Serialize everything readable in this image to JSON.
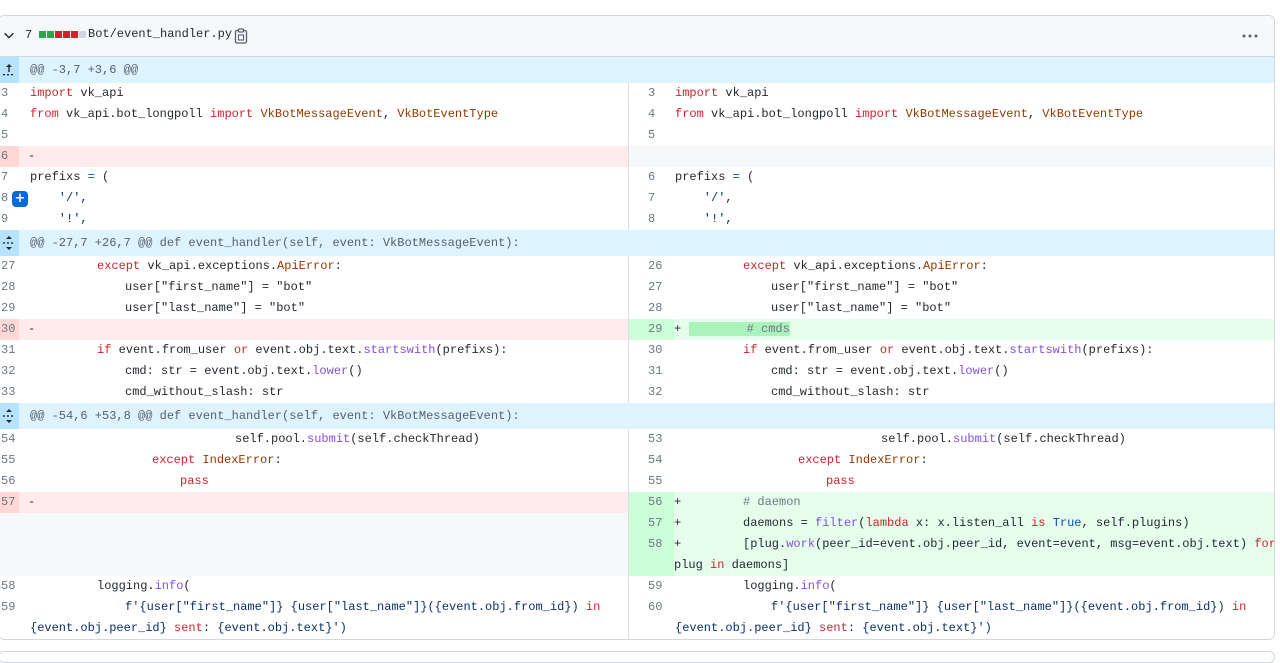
{
  "file": {
    "changes": "7",
    "path": "Bot/event_handler.py",
    "diffstat_colors": [
      "#2da44e",
      "#2da44e",
      "#cf222e",
      "#cf222e",
      "#cf222e",
      "#d0d7de"
    ]
  },
  "hunks": [
    "@@ -3,7 +3,6 @@",
    "@@ -27,7 +26,7 @@ def event_handler(self, event: VkBotMessageEvent):",
    "@@ -54,6 +53,8 @@ def event_handler(self, event: VkBotMessageEvent):"
  ],
  "lines": {
    "l3": "3",
    "l4": "4",
    "l5": "5",
    "l6": "6",
    "l7": "7",
    "l8": "8",
    "l9": "9",
    "r3": "3",
    "r4": "4",
    "r5": "5",
    "r6": "6",
    "r7": "7",
    "r8": "8",
    "l27": "27",
    "l28": "28",
    "l29": "29",
    "l30": "30",
    "l31": "31",
    "l32": "32",
    "l33": "33",
    "r26": "26",
    "r27": "27",
    "r28": "28",
    "r29": "29",
    "r30": "30",
    "r31": "31",
    "r32": "32",
    "l54": "54",
    "l55": "55",
    "l56": "56",
    "l57": "57",
    "l58": "58",
    "l59": "59",
    "r53": "53",
    "r54": "54",
    "r55": "55",
    "r56": "56",
    "r57": "57",
    "r58": "58",
    "r59": "59",
    "r60": "60"
  },
  "signs": {
    "minus": "-",
    "plus": "+"
  },
  "code": {
    "c_import": "import",
    "c_vk_api": " vk_api",
    "c_from": "from",
    "c_mod": " vk_api.bot_longpoll ",
    "c_import2": "import",
    "c_sp": " ",
    "c_cls1": "VkBotMessageEvent",
    "c_comma": ", ",
    "c_cls2": "VkBotEventType",
    "c_prefixs": "prefixs ",
    "c_eq": "=",
    "c_paren": " (",
    "c_slash": "    '/',",
    "c_bang": "    '!',",
    "c_except": "except",
    "c_exc_mod": " vk_api.exceptions.",
    "c_apierror": "ApiError",
    "c_colon": ":",
    "c_user_first": "user[\"first_name\"] = \"bot\"",
    "c_user_last": "user[\"last_name\"] = \"bot\"",
    "c_cmds": "# cmds",
    "c_if": "if",
    "c_from_user": " event.from_user ",
    "c_or": "or",
    "c_objtext": " event.obj.text.",
    "c_startswith": "startswith",
    "c_prefargs": "(prefixs):",
    "c_cmd": "cmd: str = event.obj.text.",
    "c_lower": "lower",
    "c_lowerargs": "()",
    "c_cmd_wo": "cmd_without_slash: str",
    "c_self_pool": "self.pool.",
    "c_submit": "submit",
    "c_submit_args": "(self.checkThread)",
    "c_indexerror": "IndexError",
    "c_pass": "pass",
    "c_daemon": "# daemon",
    "c_daemons": "daemons = ",
    "c_filter": "filter",
    "c_lambda": "lambda",
    "c_lambda_x": " x: x.listen_all ",
    "c_is": "is",
    "c_true": "True",
    "c_plugins": ", self.plugins)",
    "c_plug_open": "[plug.",
    "c_work": "work",
    "c_work_args": "(peer_id=event.obj.peer_id, event=event, msg=event.obj.text) ",
    "c_for": "for",
    "c_plug": "plug ",
    "c_in": "in",
    "c_daemons_close": " daemons]",
    "c_logging": "logging.",
    "c_info": "info",
    "c_info_open": "(",
    "c_fstring": "f'{user[\"first_name\"]} {user[\"last_name\"]}({event.obj.from_id}) ",
    "c_fstring_in": "in",
    "c_fstring2": "{event.obj.peer_id} ",
    "c_sent": "sent",
    "c_fstring3": ": {event.obj.text}')"
  }
}
